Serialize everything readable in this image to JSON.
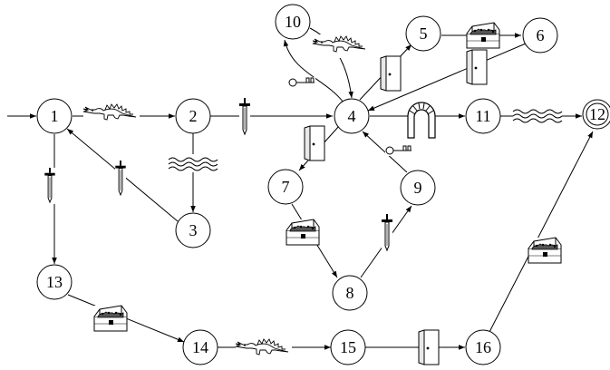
{
  "diagram": {
    "nodes": [
      {
        "id": "n1",
        "label": "1"
      },
      {
        "id": "n2",
        "label": "2"
      },
      {
        "id": "n3",
        "label": "3"
      },
      {
        "id": "n4",
        "label": "4"
      },
      {
        "id": "n5",
        "label": "5"
      },
      {
        "id": "n6",
        "label": "6"
      },
      {
        "id": "n7",
        "label": "7"
      },
      {
        "id": "n8",
        "label": "8"
      },
      {
        "id": "n9",
        "label": "9"
      },
      {
        "id": "n10",
        "label": "10"
      },
      {
        "id": "n11",
        "label": "11"
      },
      {
        "id": "n12",
        "label": "12",
        "final": true
      },
      {
        "id": "n13",
        "label": "13"
      },
      {
        "id": "n14",
        "label": "14"
      },
      {
        "id": "n15",
        "label": "15"
      },
      {
        "id": "n16",
        "label": "16"
      }
    ],
    "start_node": "n1",
    "edges": [
      {
        "from": "n1",
        "to": "n2",
        "icon": "dragon-icon"
      },
      {
        "from": "n2",
        "to": "n4",
        "icon": "sword-icon"
      },
      {
        "from": "n2",
        "to": "n3",
        "icon": "water-icon"
      },
      {
        "from": "n3",
        "to": "n1",
        "icon": "sword-icon"
      },
      {
        "from": "n1",
        "to": "n13",
        "icon": "sword-icon"
      },
      {
        "from": "n4",
        "to": "n10",
        "icon": "key-icon"
      },
      {
        "from": "n10",
        "to": "n4",
        "icon": "dragon-icon"
      },
      {
        "from": "n4",
        "to": "n5",
        "icon": "door-icon"
      },
      {
        "from": "n5",
        "to": "n6",
        "icon": "treasure-chest-icon"
      },
      {
        "from": "n6",
        "to": "n4",
        "icon": "door-icon"
      },
      {
        "from": "n4",
        "to": "n11",
        "icon": "archway-icon"
      },
      {
        "from": "n11",
        "to": "n12",
        "icon": "water-icon"
      },
      {
        "from": "n4",
        "to": "n7",
        "icon": "door-icon"
      },
      {
        "from": "n9",
        "to": "n4",
        "icon": "key-icon"
      },
      {
        "from": "n7",
        "to": "n8",
        "icon": "treasure-chest-icon"
      },
      {
        "from": "n8",
        "to": "n9",
        "icon": "sword-icon"
      },
      {
        "from": "n13",
        "to": "n14",
        "icon": "treasure-chest-icon"
      },
      {
        "from": "n14",
        "to": "n15",
        "icon": "dragon-icon"
      },
      {
        "from": "n15",
        "to": "n16",
        "icon": "door-icon"
      },
      {
        "from": "n16",
        "to": "n12",
        "icon": "treasure-chest-icon"
      }
    ]
  }
}
